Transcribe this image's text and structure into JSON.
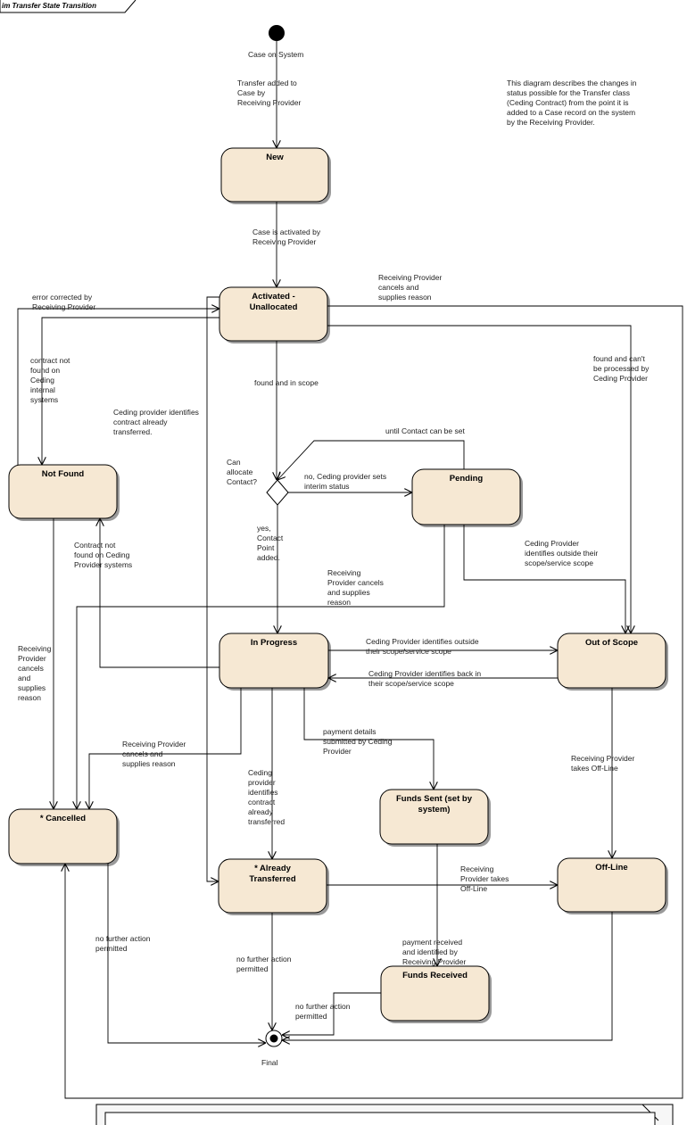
{
  "frame": {
    "title": "im Transfer State Transition"
  },
  "description": [
    "This diagram describes the changes in",
    "status possible for the Transfer class",
    "(Ceding Contract) from the point it is",
    "added to a Case record on the system",
    "by the Receiving Provider."
  ],
  "states": {
    "new": [
      "New"
    ],
    "activated": [
      "Activated -",
      "Unallocated"
    ],
    "not_found": [
      "Not Found"
    ],
    "pending": [
      "Pending"
    ],
    "in_progress": [
      "In Progress"
    ],
    "out_of_scope": [
      "Out of Scope"
    ],
    "cancelled": [
      "* Cancelled"
    ],
    "funds_sent": [
      "Funds Sent (set by",
      "system)"
    ],
    "already_transferred": [
      "* Already",
      "Transferred"
    ],
    "off_line": [
      "Off-Line"
    ],
    "funds_received": [
      "Funds Received"
    ]
  },
  "pseudo": {
    "initial_label": "Case on System",
    "final_label": "Final",
    "decision_label": [
      "Can",
      "allocate",
      "Contact?"
    ]
  },
  "transitions": {
    "t1": [
      "Transfer added to",
      "Case by",
      "Receiving Provider"
    ],
    "t2": [
      "Case is activated by",
      "Receiving Provider"
    ],
    "t3": [
      "error corrected by",
      "Receiving Provider"
    ],
    "t4": [
      "Receiving Provider",
      "cancels and",
      "supplies reason"
    ],
    "t5": [
      "contract not",
      "found on",
      "Ceding",
      "internal",
      "systems"
    ],
    "t6": [
      "found and in scope"
    ],
    "t7": [
      "found and can't",
      "be processed by",
      "Ceding Provider"
    ],
    "t8": [
      "Ceding provider identifies",
      "contract already",
      "transferred."
    ],
    "t9": [
      "until Contact can be set"
    ],
    "t10": [
      "no, Ceding provider sets",
      "interim status"
    ],
    "t11": [
      "yes,",
      "Contact",
      "Point",
      "added."
    ],
    "t12": [
      "Contract not",
      "found on Ceding",
      "Provider systems"
    ],
    "t13": [
      "Receiving",
      "Provider cancels",
      "and supplies",
      "reason"
    ],
    "t14": [
      "Ceding Provider",
      "identifies outside their",
      "scope/service scope"
    ],
    "t15": [
      "Ceding Provider identifies outside",
      "their scope/service scope"
    ],
    "t16": [
      "Ceding Provider identifies back in",
      "their scope/service scope"
    ],
    "t17": [
      "Receiving",
      "Provider",
      "cancels",
      "and",
      "supplies",
      "reason"
    ],
    "t18": [
      "Receiving Provider",
      "cancels and",
      "supplies reason"
    ],
    "t19": [
      "payment details",
      "submitted by Ceding",
      "Provider"
    ],
    "t20": [
      "Ceding",
      "provider",
      "identifies",
      "contract",
      "already",
      "transferred"
    ],
    "t21": [
      "Receiving Provider",
      "takes Off-Line"
    ],
    "t22": [
      "Receiving",
      "Provider takes",
      "Off-Line"
    ],
    "t23": [
      "payment received",
      "and identified by",
      "Receiving Provider"
    ],
    "t24": [
      "no further action",
      "permitted"
    ],
    "t25": [
      "no further action",
      "permitted"
    ],
    "t26": [
      "no further action",
      "permitted"
    ]
  }
}
